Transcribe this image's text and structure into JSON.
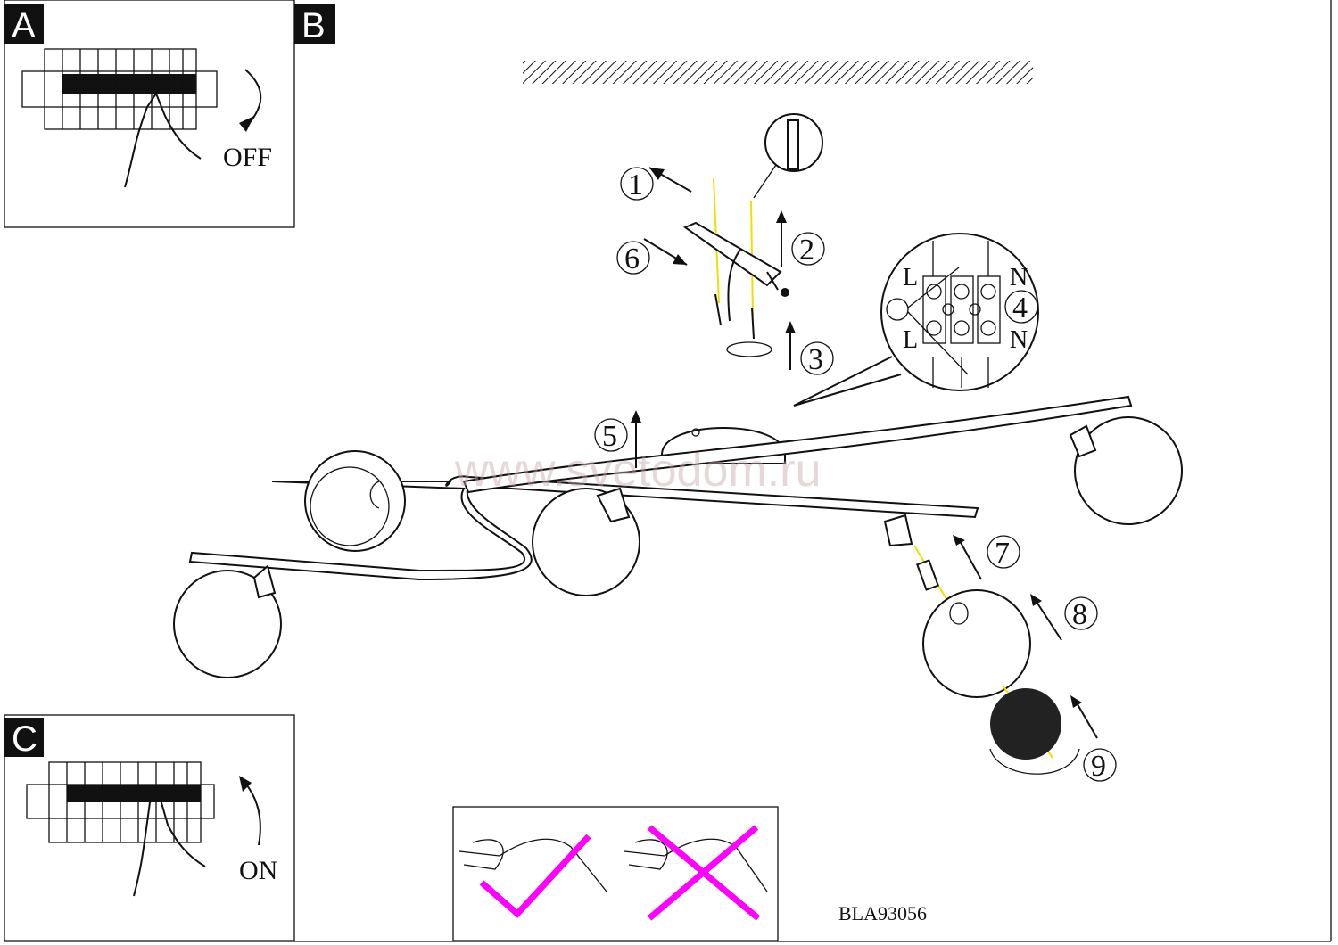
{
  "panels": {
    "a": {
      "label": "A",
      "caption": "OFF"
    },
    "b": {
      "label": "B"
    },
    "c": {
      "label": "C",
      "caption": "ON"
    }
  },
  "steps": [
    "1",
    "2",
    "3",
    "4",
    "5",
    "6",
    "7",
    "8",
    "9"
  ],
  "terminal": {
    "top_left": "L",
    "top_right": "N",
    "bottom_left": "L",
    "bottom_right": "N"
  },
  "model_code": "BLA93056",
  "watermark": "www.svetodom.ru",
  "colors": {
    "check": "#ff00ff",
    "guide": "#f0e000",
    "ink": "#111111"
  }
}
